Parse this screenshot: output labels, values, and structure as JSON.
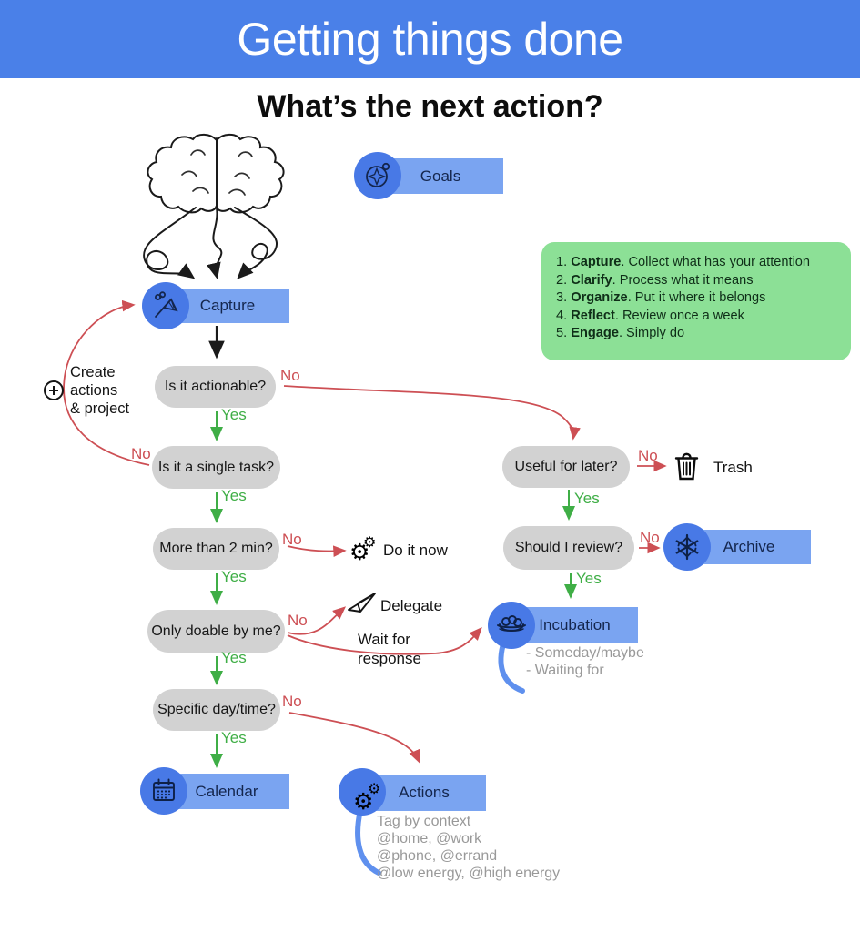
{
  "title": "Getting things done",
  "subtitle": "What’s the next action?",
  "labels": {
    "yes": "Yes",
    "no": "No"
  },
  "badges": {
    "goals": "Goals",
    "capture": "Capture",
    "archive": "Archive",
    "incubation": "Incubation",
    "calendar": "Calendar",
    "actions": "Actions"
  },
  "questions": {
    "actionable": "Is it actionable?",
    "single_task": "Is it a single task?",
    "two_min": "More than 2 min?",
    "doable": "Only doable by me?",
    "day_time": "Specific day/time?",
    "useful": "Useful for later?",
    "review": "Should I review?"
  },
  "outcomes": {
    "trash": "Trash",
    "do_it_now": "Do it now",
    "delegate": "Delegate",
    "wait_line1": "Wait for",
    "wait_line2": "response"
  },
  "create_note": {
    "line1": "Create",
    "line2": "actions",
    "line3": "& project"
  },
  "principles": {
    "items": [
      {
        "num": "1. ",
        "name": "Capture",
        "desc": ". Collect what has your attention"
      },
      {
        "num": "2. ",
        "name": "Clarify",
        "desc": ". Process what it means"
      },
      {
        "num": "3. ",
        "name": "Organize",
        "desc": ". Put it where it belongs"
      },
      {
        "num": "4. ",
        "name": "Reflect",
        "desc": ". Review once a week"
      },
      {
        "num": "5. ",
        "name": "Engage",
        "desc": ". Simply do"
      }
    ]
  },
  "incubation_notes": {
    "line1": "- Someday/maybe",
    "line2": "- Waiting for"
  },
  "actions_notes": {
    "line1": "Tag by context",
    "line2": "@home, @work",
    "line3": "@phone, @errand",
    "line4": "@low energy, @high energy"
  },
  "icons": {
    "gear_glyph": "⚙"
  },
  "colors": {
    "header_blue": "#4a80e8",
    "bar_blue": "#7aa4f1",
    "circle_blue": "#4879e6",
    "pill_gray": "#d2d2d2",
    "green_box": "#8ce096",
    "yes_green": "#3fae46",
    "no_red": "#cd4f54",
    "note_gray": "#999999",
    "icon_navy": "#14264d",
    "tail_blue": "#5f90ee"
  }
}
